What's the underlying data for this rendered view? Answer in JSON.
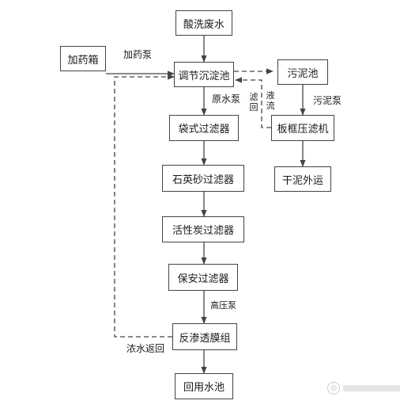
{
  "nodes": {
    "acid_waste": "酸洗废水",
    "dosing_tank": "加药箱",
    "equalization_tank": "调节沉淀池",
    "sludge_tank": "污泥池",
    "bag_filter": "袋式过滤器",
    "filter_press": "板框压滤机",
    "sand_filter": "石英砂过滤器",
    "dry_sludge": "干泥外运",
    "carbon_filter": "活性炭过滤器",
    "security_filter": "保安过滤器",
    "ro_module": "反渗透膜组",
    "reuse_tank": "回用水池"
  },
  "edges": {
    "dosing_pump": "加药泵",
    "raw_pump": "原水泵",
    "sludge_pump": "污泥泵",
    "filtrate_return_a": "滤回",
    "filtrate_return_b": "液流",
    "high_pressure_pump": "高压泵",
    "concentrate_return": "浓水返回"
  },
  "colors": {
    "line": "#444444",
    "text": "#1a1a1a"
  },
  "icons": {
    "watermark": "watermark-icon"
  }
}
